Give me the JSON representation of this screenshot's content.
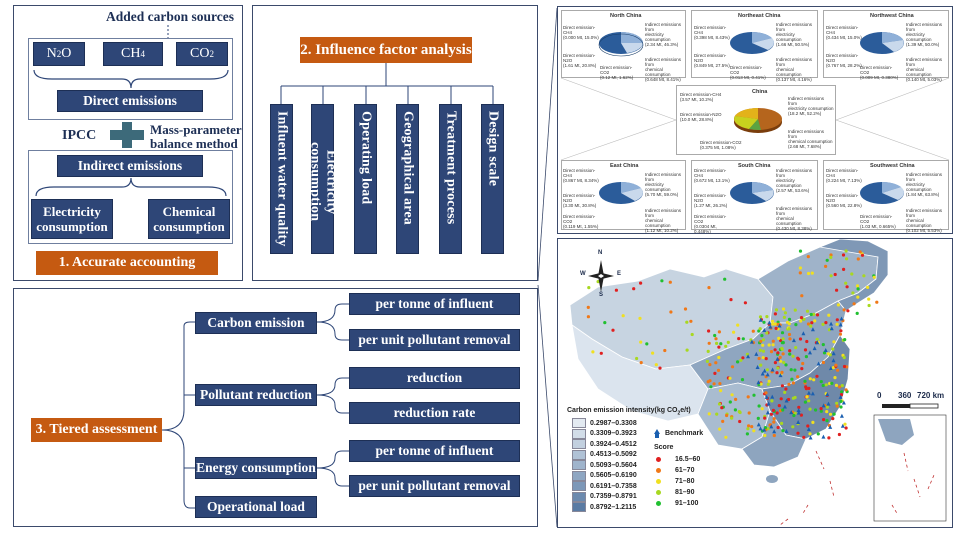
{
  "accounting": {
    "added_carbon_sources": "Added carbon sources",
    "gases": [
      {
        "base": "N",
        "sub1": "2",
        "base2": "O"
      },
      {
        "base": "CH",
        "sub1": "4",
        "base2": ""
      },
      {
        "base": "CO",
        "sub1": "2",
        "base2": ""
      }
    ],
    "direct_emissions": "Direct emissions",
    "ipcc": "IPCC",
    "mass_param_1": "Mass-parameter",
    "mass_param_2": "balance method",
    "indirect_emissions": "Indirect emissions",
    "electricity": "Electricity consumption",
    "chemical": "Chemical consumption",
    "title": "1. Accurate accounting"
  },
  "influence": {
    "title": "2. Influence factor analysis",
    "factors": [
      "Influent water quality",
      "Electricity consumption",
      "Operating load",
      "Geographical area",
      "Treatment process",
      "Design scale"
    ]
  },
  "tiered": {
    "title": "3. Tiered assessment",
    "groups": [
      {
        "label": "Carbon emission",
        "subs": [
          "per tonne of influent",
          "per unit pollutant removal"
        ]
      },
      {
        "label": "Pollutant reduction",
        "subs": [
          "reduction",
          "reduction rate"
        ]
      },
      {
        "label": "Energy consumption",
        "subs": [
          "per tonne of influent",
          "per unit pollutant removal"
        ]
      },
      {
        "label": "Operational load",
        "subs": []
      }
    ]
  },
  "pies": {
    "north": {
      "title": "North China",
      "l1": "Direct emission-CH4",
      "l1v": "(0.000 Mt, 15.0%)",
      "l2": "Direct emission-N2O",
      "l2v": "(1.61 Mt, 20.8%)",
      "l3": "Direct emission-CO2",
      "l3v": "(0.12 Mt, 1.62%)",
      "r1": "Indirect emissions from",
      "r1b": "electricity consumption",
      "r1v": "(2.34 Mt, 46.3%)",
      "r2": "Indirect emissions from",
      "r2b": "chemical consumption",
      "r2v": "(0.648 Mt, 8.41%)"
    },
    "northeast": {
      "title": "Northeast China",
      "l1": "Direct emission-CH4",
      "l1v": "(0.398 Mt, 8.43%)",
      "l2": "Direct emission-N2O",
      "l2v": "(0.849 Mt, 27.5%)",
      "l3": "Direct emission-CO2",
      "l3v": "(0.013 Mt, 0.41%)",
      "r1": "Indirect emissions from",
      "r1b": "electricity consumption",
      "r1v": "(1.66 Mt, 50.5%)",
      "r2": "Indirect emissions from",
      "r2b": "chemical consumption",
      "r2v": "(0.137 Mt, 4.16%)"
    },
    "northwest": {
      "title": "Northwest China",
      "l1": "Direct emission-CH4",
      "l1v": "(0.434 Mt, 15.0%)",
      "l2": "Direct emission-N2O",
      "l2v": "(0.767 Mt, 28.2%)",
      "l3": "Direct emission-CO2",
      "l3v": "(0.009 Mt, 0.380%)",
      "r1": "Indirect emissions from",
      "r1b": "electricity consumption",
      "r1v": "(1.39 Mt, 50.0%)",
      "r2": "Indirect emissions from",
      "r2b": "chemical consumption",
      "r2v": "(0.140 Mt, 5.03%)"
    },
    "china": {
      "title": "China",
      "l1": "Direct emission-CH4",
      "l1v": "(3.57 Mt, 10.2%)",
      "l2": "Direct emission-N2O",
      "l2v": "(10.0 Mt, 28.8%)",
      "l3": "Direct emission-CO2",
      "l3v": "(0.375 Mt, 1.08%)",
      "r1": "Indirect emissions from",
      "r1b": "electricity consumption",
      "r1v": "(18.2 Mt, 52.2%)",
      "r2": "Indirect emissions from",
      "r2b": "chemical consumption",
      "r2v": "(2.68 Mt, 7.68%)"
    },
    "east": {
      "title": "East China",
      "l1": "Direct emission-CH4",
      "l1v": "(0.867 Mt, 8.34%)",
      "l2": "Direct emission-N2O",
      "l2v": "(3.30 Mt, 30.8%)",
      "l3": "Direct emission-CO2",
      "l3v": "(0.119 Mt, 1.55%)",
      "r1": "Indirect emissions from",
      "r1b": "electricity consumption",
      "r1v": "(5.70 Mt, 59.0%)",
      "r2": "Indirect emissions from",
      "r2b": "chemical consumption",
      "r2v": "(1.12 Mt, 10.2%)"
    },
    "south": {
      "title": "South China",
      "l1": "Direct emission-CH4",
      "l1v": "(0.672 Mt, 13.1%)",
      "l2": "Direct emission-N2O",
      "l2v": "(1.27 Mt, 26.2%)",
      "l3": "Direct emission-CO2",
      "l3v": "(0.0304 Mt, 0.448%)",
      "r1": "Indirect emissions from",
      "r1b": "electricity consumption",
      "r1v": "(2.57 Mt, 53.6%)",
      "r2": "Indirect emissions from",
      "r2b": "chemical consumption",
      "r2v": "(0.430 Mt, 8.38%)"
    },
    "southwest": {
      "title": "Southwest China",
      "l1": "Direct emission-CH4",
      "l1v": "(0.224 Mt, 7.13%)",
      "l2": "Direct emission-N2O",
      "l2v": "(0.560 Mt, 22.8%)",
      "l3": "Direct emission-CO2",
      "l3v": "(1.03 Mt, 0.665%)",
      "r1": "Indirect emissions from",
      "r1b": "electricity consumption",
      "r1v": "(1.84 Mt, 63.8%)",
      "r2": "Indirect emissions from",
      "r2b": "chemical consumption",
      "r2v": "(0.102 Mt, 5.53%)"
    }
  },
  "map": {
    "compass_n": "N",
    "compass_s": "S",
    "compass_e": "E",
    "compass_w": "W",
    "scale": {
      "t0": "0",
      "t1": "360",
      "t2": "720 km"
    },
    "legend_title_a": "Carbon emission intensity(kg CO",
    "legend_title_sub": "2",
    "legend_title_b": "e/t)",
    "intensity_ranges": [
      "0.2987–0.3308",
      "0.3309–0.3923",
      "0.3924–0.4512",
      "0.4513–0.5092",
      "0.5093–0.5604",
      "0.5605–0.6190",
      "0.6191–0.7358",
      "0.7359–0.8791",
      "0.8792–1.2115"
    ],
    "intensity_colors": [
      "#e3eaf1",
      "#d2dde8",
      "#c2d0df",
      "#b0c2d6",
      "#9fb4cc",
      "#8ea6c2",
      "#7d98b8",
      "#6c8aae",
      "#5a7ba3"
    ],
    "benchmark": "Benchmark",
    "score_label": "Score",
    "scores": [
      {
        "range": "16.5–60",
        "color": "#e02020"
      },
      {
        "range": "61–70",
        "color": "#f07818"
      },
      {
        "range": "71–80",
        "color": "#f0e020"
      },
      {
        "range": "81–90",
        "color": "#a8d820"
      },
      {
        "range": "91–100",
        "color": "#20c030"
      }
    ]
  }
}
